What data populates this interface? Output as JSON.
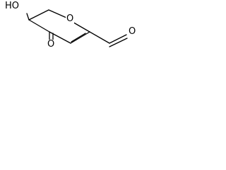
{
  "molecule": {
    "atoms": {
      "hydroxyl_label": "HO",
      "ring_oxygen_label": "O",
      "ketone_oxygen_label": "O",
      "aldehyde_oxygen_label": "O"
    }
  }
}
